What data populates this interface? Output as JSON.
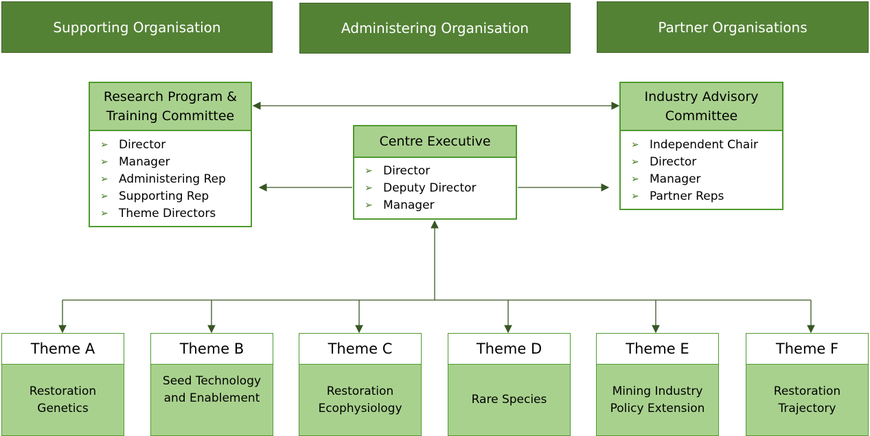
{
  "headers": {
    "supporting": "Supporting Organisation",
    "administering": "Administering Organisation",
    "partner": "Partner Organisations"
  },
  "research_committee": {
    "title_line1": "Research Program &",
    "title_line2": "Training Committee",
    "items": [
      "Director",
      "Manager",
      "Administering Rep",
      "Supporting Rep",
      "Theme Directors"
    ]
  },
  "centre_executive": {
    "title": "Centre Executive",
    "items": [
      "Director",
      "Deputy Director",
      "Manager"
    ]
  },
  "industry_committee": {
    "title_line1": "Industry Advisory",
    "title_line2": "Committee",
    "items": [
      "Independent Chair",
      "Director",
      "Manager",
      "Partner Reps"
    ]
  },
  "themes": [
    {
      "name": "Theme A",
      "line1": "Restoration",
      "line2": "Genetics"
    },
    {
      "name": "Theme B",
      "line1": "Seed Technology",
      "line2": "and Enablement"
    },
    {
      "name": "Theme C",
      "line1": "Restoration",
      "line2": "Ecophysiology"
    },
    {
      "name": "Theme D",
      "line1": "Rare Species",
      "line2": ""
    },
    {
      "name": "Theme E",
      "line1": "Mining Industry",
      "line2": "Policy Extension"
    },
    {
      "name": "Theme F",
      "line1": "Restoration",
      "line2": "Trajectory"
    }
  ],
  "colors": {
    "header_fill": "#548235",
    "box_border": "#4e9a2e",
    "box_fill": "#a9d18e",
    "connector": "#375623"
  },
  "icons": {
    "bullet": "arrowhead-bullet-icon"
  }
}
